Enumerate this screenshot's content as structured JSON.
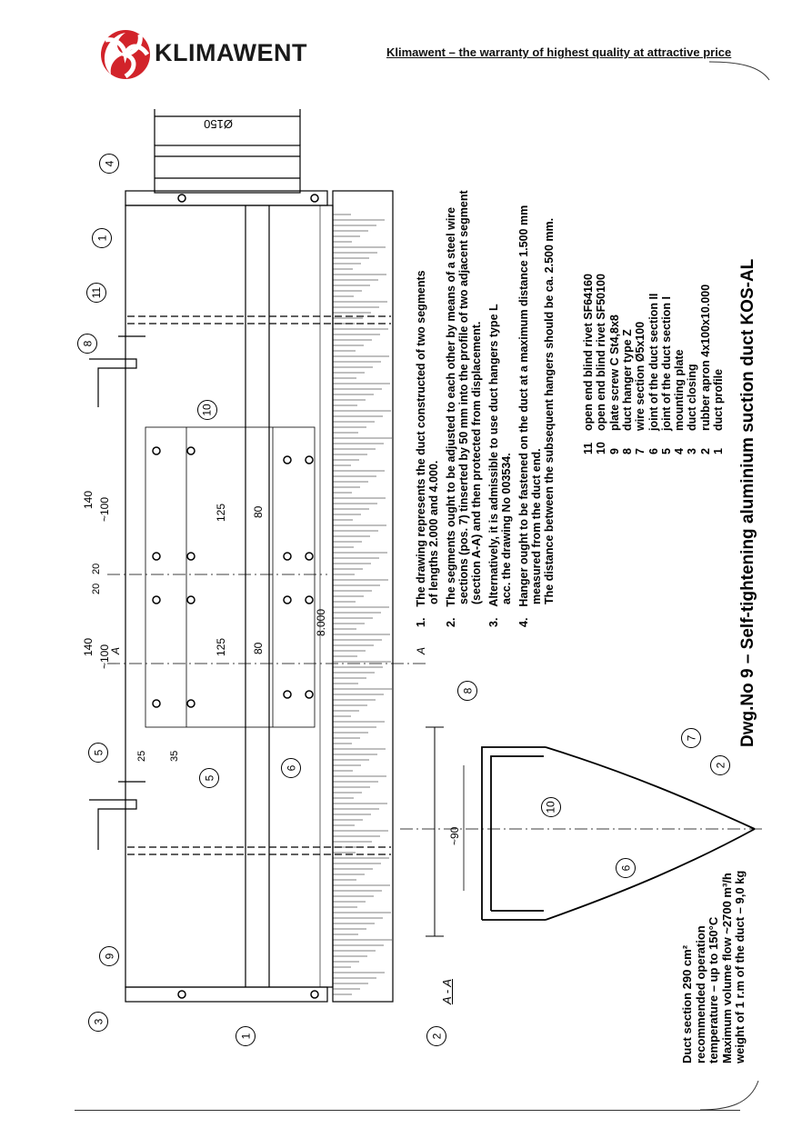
{
  "header": {
    "brand": "KLIMAWENT",
    "tagline": "Klimawent – the warranty of highest quality at attractive price",
    "colors": {
      "logo_red": "#d2232a",
      "text": "#1a1a1a"
    }
  },
  "title": "Dwg.No 9  –  Self-tightening aluminium suction duct  KOS-AL",
  "notes": [
    {
      "num": "1.",
      "lines": [
        "The drawing represents the duct constructed of two segments",
        "of lengths 2.000 and 4.000."
      ]
    },
    {
      "num": "2.",
      "lines": [
        "The segments ought to be adjusted to each other by means of a steel wire",
        "sections (pos. 7) tinserted by 50 mm into the profile of two adjacent segment",
        "(section A-A) and then protected from displacement."
      ]
    },
    {
      "num": "3.",
      "lines": [
        "Alternatively, it is admissible to use duct hangers type L",
        "acc. the drawing No 003534."
      ]
    },
    {
      "num": "4.",
      "lines": [
        "Hanger ought to be fastened on the duct at a maximum distance 1.500 mm",
        "measured from the duct end.",
        "The distance between the subsequent hangers should be ca. 2.500 mm."
      ]
    }
  ],
  "parts": [
    {
      "num": "11",
      "label": "open end blind rivet SF64160"
    },
    {
      "num": "10",
      "label": "open end blind rivet SF50100"
    },
    {
      "num": "9",
      "label": "plate screw C St4,8x8"
    },
    {
      "num": "8",
      "label": "duct hanger type Z"
    },
    {
      "num": "7",
      "label": "wire section Ø5x100"
    },
    {
      "num": "6",
      "label": "joint of the duct section II"
    },
    {
      "num": "5",
      "label": "joint of the duct section I"
    },
    {
      "num": "4",
      "label": "mounting plate"
    },
    {
      "num": "3",
      "label": "duct closing"
    },
    {
      "num": "2",
      "label": "rubber apron 4x100x10.000"
    },
    {
      "num": "1",
      "label": "duct profile"
    }
  ],
  "specs": [
    "Duct section 290 cm²",
    "recommended operation",
    "temperature – up to 150°C",
    "Maximum volume flow ~2700 m³/h",
    "weight of 1 r.m of the duct – 9,0 kg"
  ],
  "dimensions": {
    "diameter": "Ø150",
    "d140a": "140",
    "d140b": "140",
    "d100a": "~100",
    "d100b": "~100",
    "d20a": "20",
    "d20b": "20",
    "d125a": "125",
    "d125b": "125",
    "d80a": "80",
    "d80b": "80",
    "d25": "25",
    "d35": "35",
    "length": "8.000",
    "d90": "~90",
    "sectionA": "A",
    "sectionA2": "A",
    "sectionAA": "A - A"
  },
  "balloons": [
    "1",
    "1",
    "2",
    "2",
    "3",
    "4",
    "5",
    "5",
    "6",
    "6",
    "7",
    "8",
    "8",
    "9",
    "10",
    "10",
    "11"
  ]
}
